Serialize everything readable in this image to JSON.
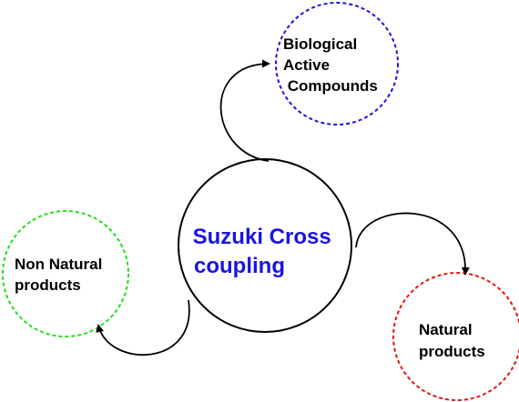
{
  "center": {
    "lines": [
      "Suzuki Cross",
      "coupling"
    ],
    "text_color": "#1a14e0",
    "stroke_color": "#000000"
  },
  "nodes": {
    "biological": {
      "lines": [
        "Biological",
        "Active",
        " Compounds"
      ],
      "stroke_color": "#1a14e0",
      "text_color": "#000000"
    },
    "natural": {
      "lines": [
        "Natural",
        "products"
      ],
      "stroke_color": "#e8120c",
      "text_color": "#000000"
    },
    "non_natural": {
      "lines": [
        "Non Natural",
        "products"
      ],
      "stroke_color": "#1ee01a",
      "text_color": "#000000"
    }
  },
  "arrow_color": "#000000"
}
